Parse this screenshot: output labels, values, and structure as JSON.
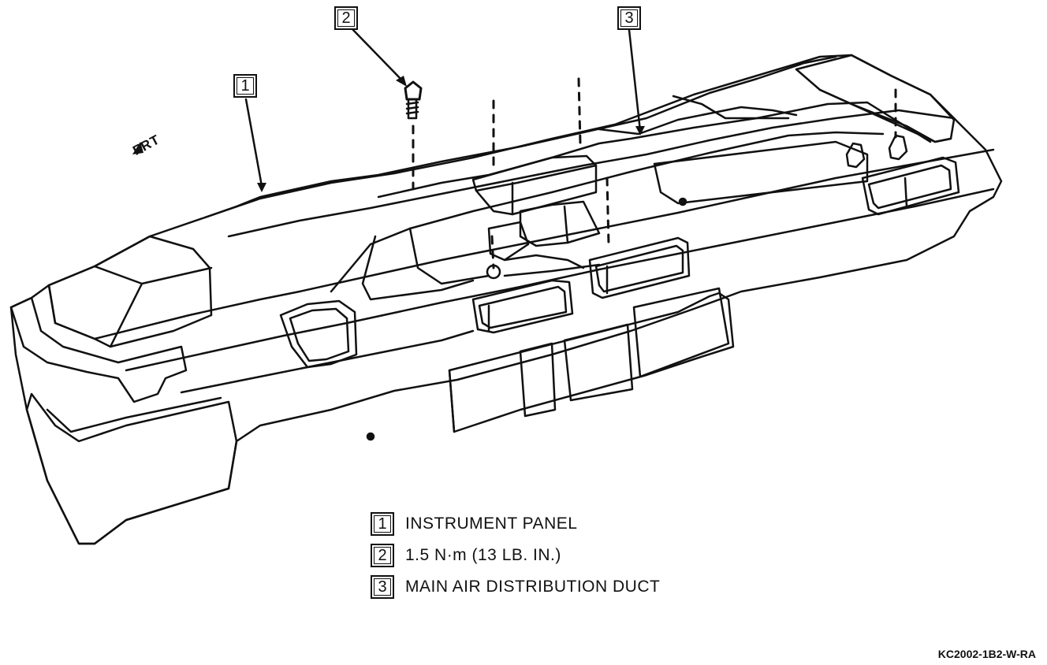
{
  "diagram": {
    "direction_label": "FRT",
    "callouts": [
      {
        "number": "1"
      },
      {
        "number": "2"
      },
      {
        "number": "3"
      }
    ],
    "legend": [
      {
        "number": "1",
        "text": "INSTRUMENT PANEL"
      },
      {
        "number": "2",
        "text": "1.5 N·m (13 LB. IN.)"
      },
      {
        "number": "3",
        "text": "MAIN AIR DISTRIBUTION DUCT"
      }
    ],
    "figure_id": "KC2002-1B2-W-RA"
  },
  "colors": {
    "line": "#111111",
    "background": "#ffffff"
  }
}
